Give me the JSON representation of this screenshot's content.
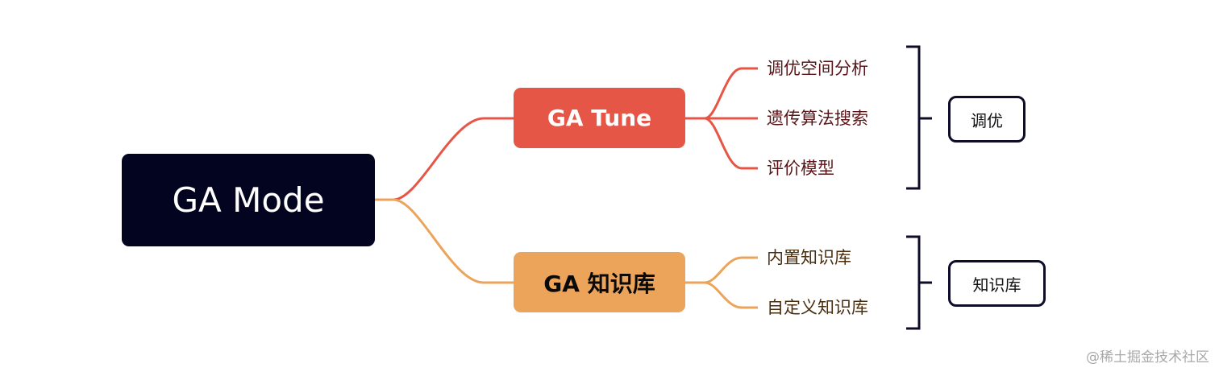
{
  "root": {
    "label": "GA Mode",
    "color": "#03041f"
  },
  "branches": [
    {
      "label": "GA Tune",
      "color": "#e55647",
      "children": [
        "调优空间分析",
        "遗传算法搜索",
        "评价模型"
      ],
      "group_label": "调优"
    },
    {
      "label": "GA 知识库",
      "color": "#eba45a",
      "children": [
        "内置知识库",
        "自定义知识库"
      ],
      "group_label": "知识库"
    }
  ],
  "watermark": "@稀土掘金技术社区"
}
